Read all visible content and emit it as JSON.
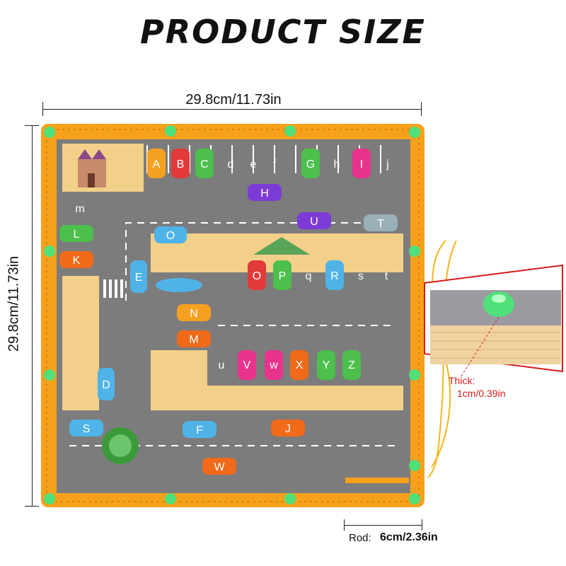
{
  "title": "PRODUCT SIZE",
  "width_label": "29.8cm/11.73in",
  "height_label": "29.8cm/11.73in",
  "thick_label": "Thick:",
  "thick_value": "1cm/0.39in",
  "rod_label": "Rod:",
  "rod_value": "6cm/2.36in",
  "colors": {
    "frame": "#f5a11c",
    "road": "#7a7a7a",
    "wood": "#f3d08a",
    "peg": "#4fe07a",
    "callout": "#d61a1a"
  },
  "top_row_letters": [
    "A",
    "B",
    "C",
    "d",
    "e",
    "f",
    "G",
    "h",
    "I",
    "j"
  ],
  "mid_row_letters": [
    "O",
    "P",
    "q",
    "R",
    "s",
    "t"
  ],
  "bottom_row_letters": [
    "u",
    "V",
    "w",
    "X",
    "Y",
    "Z"
  ],
  "loose_letters": [
    "H",
    "U",
    "T",
    "L",
    "K",
    "E",
    "N",
    "M",
    "D",
    "S",
    "F",
    "J",
    "W",
    "O",
    "m"
  ]
}
